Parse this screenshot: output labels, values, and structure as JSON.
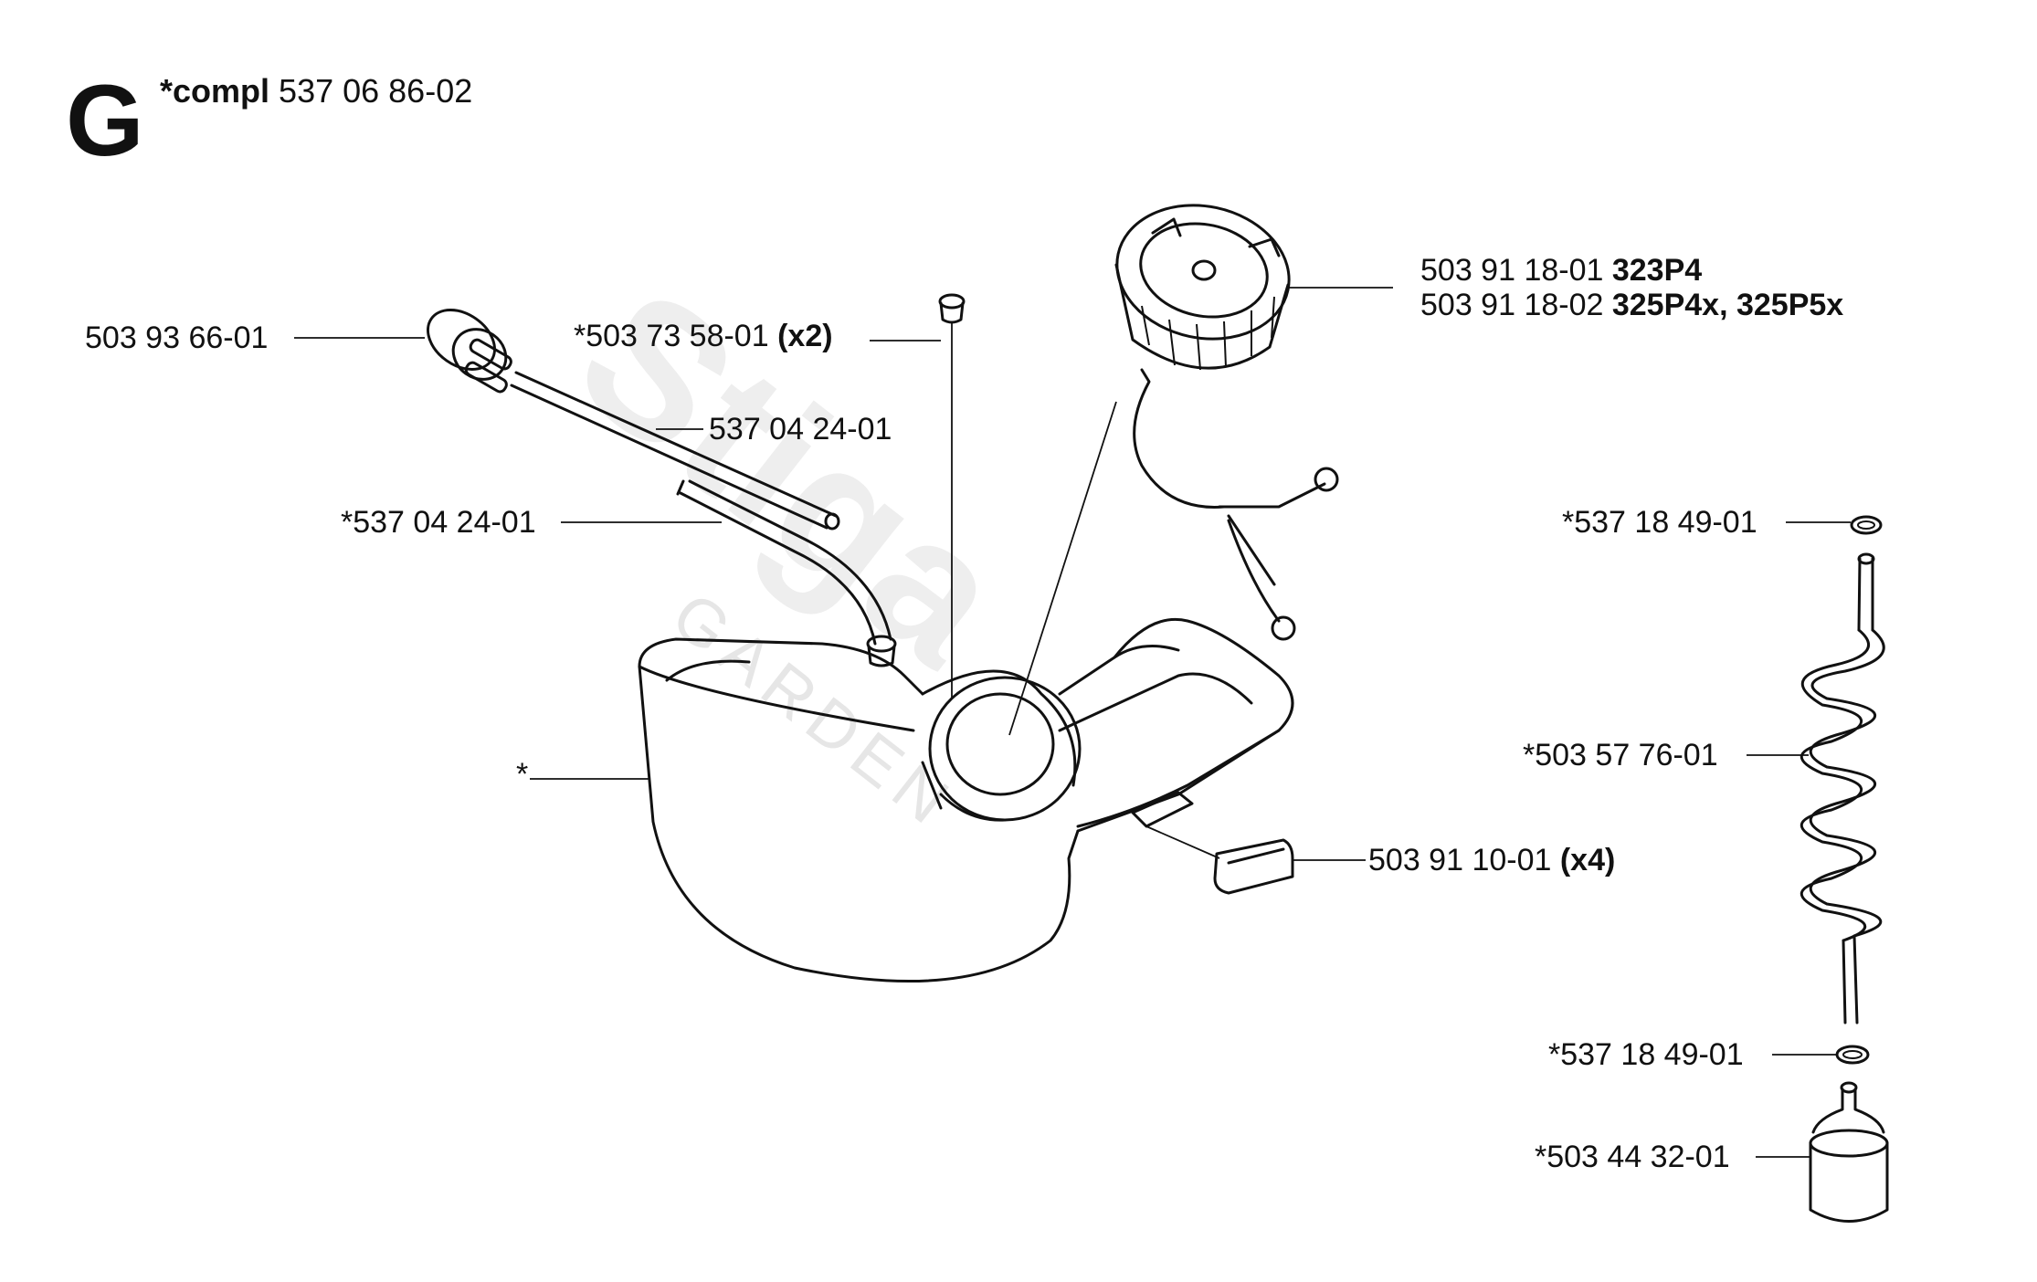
{
  "header": {
    "section_letter": "G",
    "compl_label": "*compl",
    "compl_number": "537 06 86-02"
  },
  "watermark": {
    "brand": "Stiga",
    "sub": "GARDEN"
  },
  "parts": [
    {
      "id": "primer-bulb",
      "number": "503 93 66-01",
      "suffix": ""
    },
    {
      "id": "grommet",
      "number": "*503 73 58-01",
      "suffix": "(x2)"
    },
    {
      "id": "hose-upper",
      "number": "537 04 24-01",
      "suffix": ""
    },
    {
      "id": "hose-lower",
      "number": "*537 04 24-01",
      "suffix": ""
    },
    {
      "id": "tank",
      "number": "*",
      "suffix": ""
    },
    {
      "id": "cap-a",
      "number": "503 91 18-01",
      "suffix": "323P4"
    },
    {
      "id": "cap-b",
      "number": "503 91 18-02",
      "suffix": "325P4x, 325P5x"
    },
    {
      "id": "damper",
      "number": "503 91 10-01",
      "suffix": "(x4)"
    },
    {
      "id": "oring-top",
      "number": "*537 18 49-01",
      "suffix": ""
    },
    {
      "id": "spiral-hose",
      "number": "*503 57 76-01",
      "suffix": ""
    },
    {
      "id": "oring-bottom",
      "number": "*537 18 49-01",
      "suffix": ""
    },
    {
      "id": "fuel-filter",
      "number": "*503 44 32-01",
      "suffix": ""
    }
  ]
}
